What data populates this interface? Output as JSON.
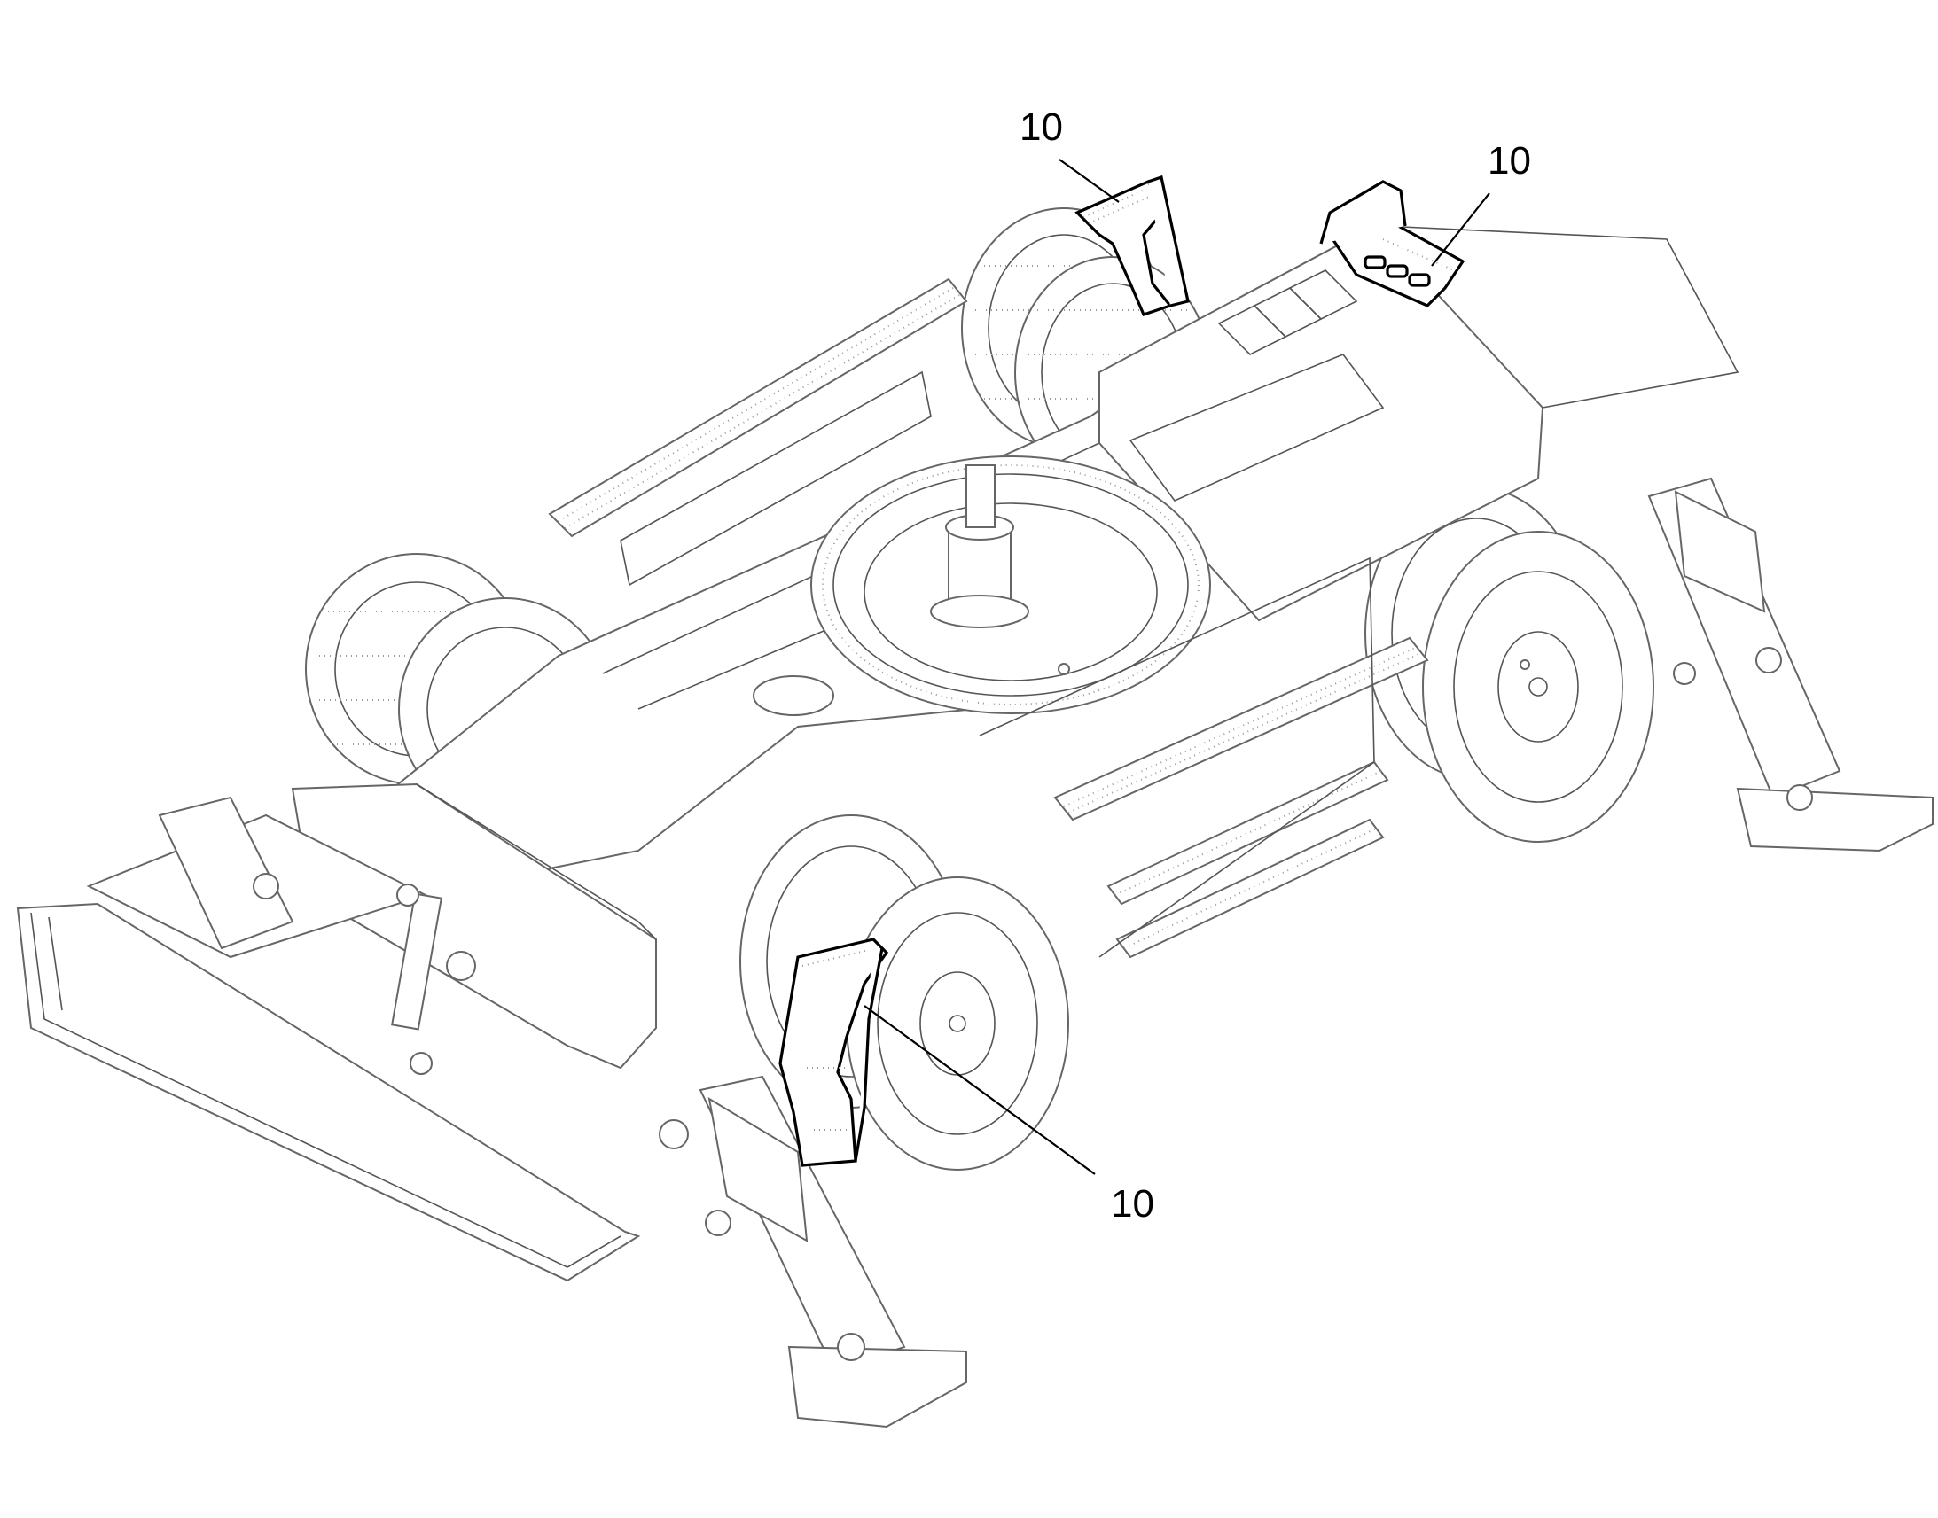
{
  "callouts": [
    {
      "id": "step-rear-left",
      "text": "10"
    },
    {
      "id": "step-rear-right",
      "text": "10"
    },
    {
      "id": "step-front",
      "text": "10"
    }
  ]
}
